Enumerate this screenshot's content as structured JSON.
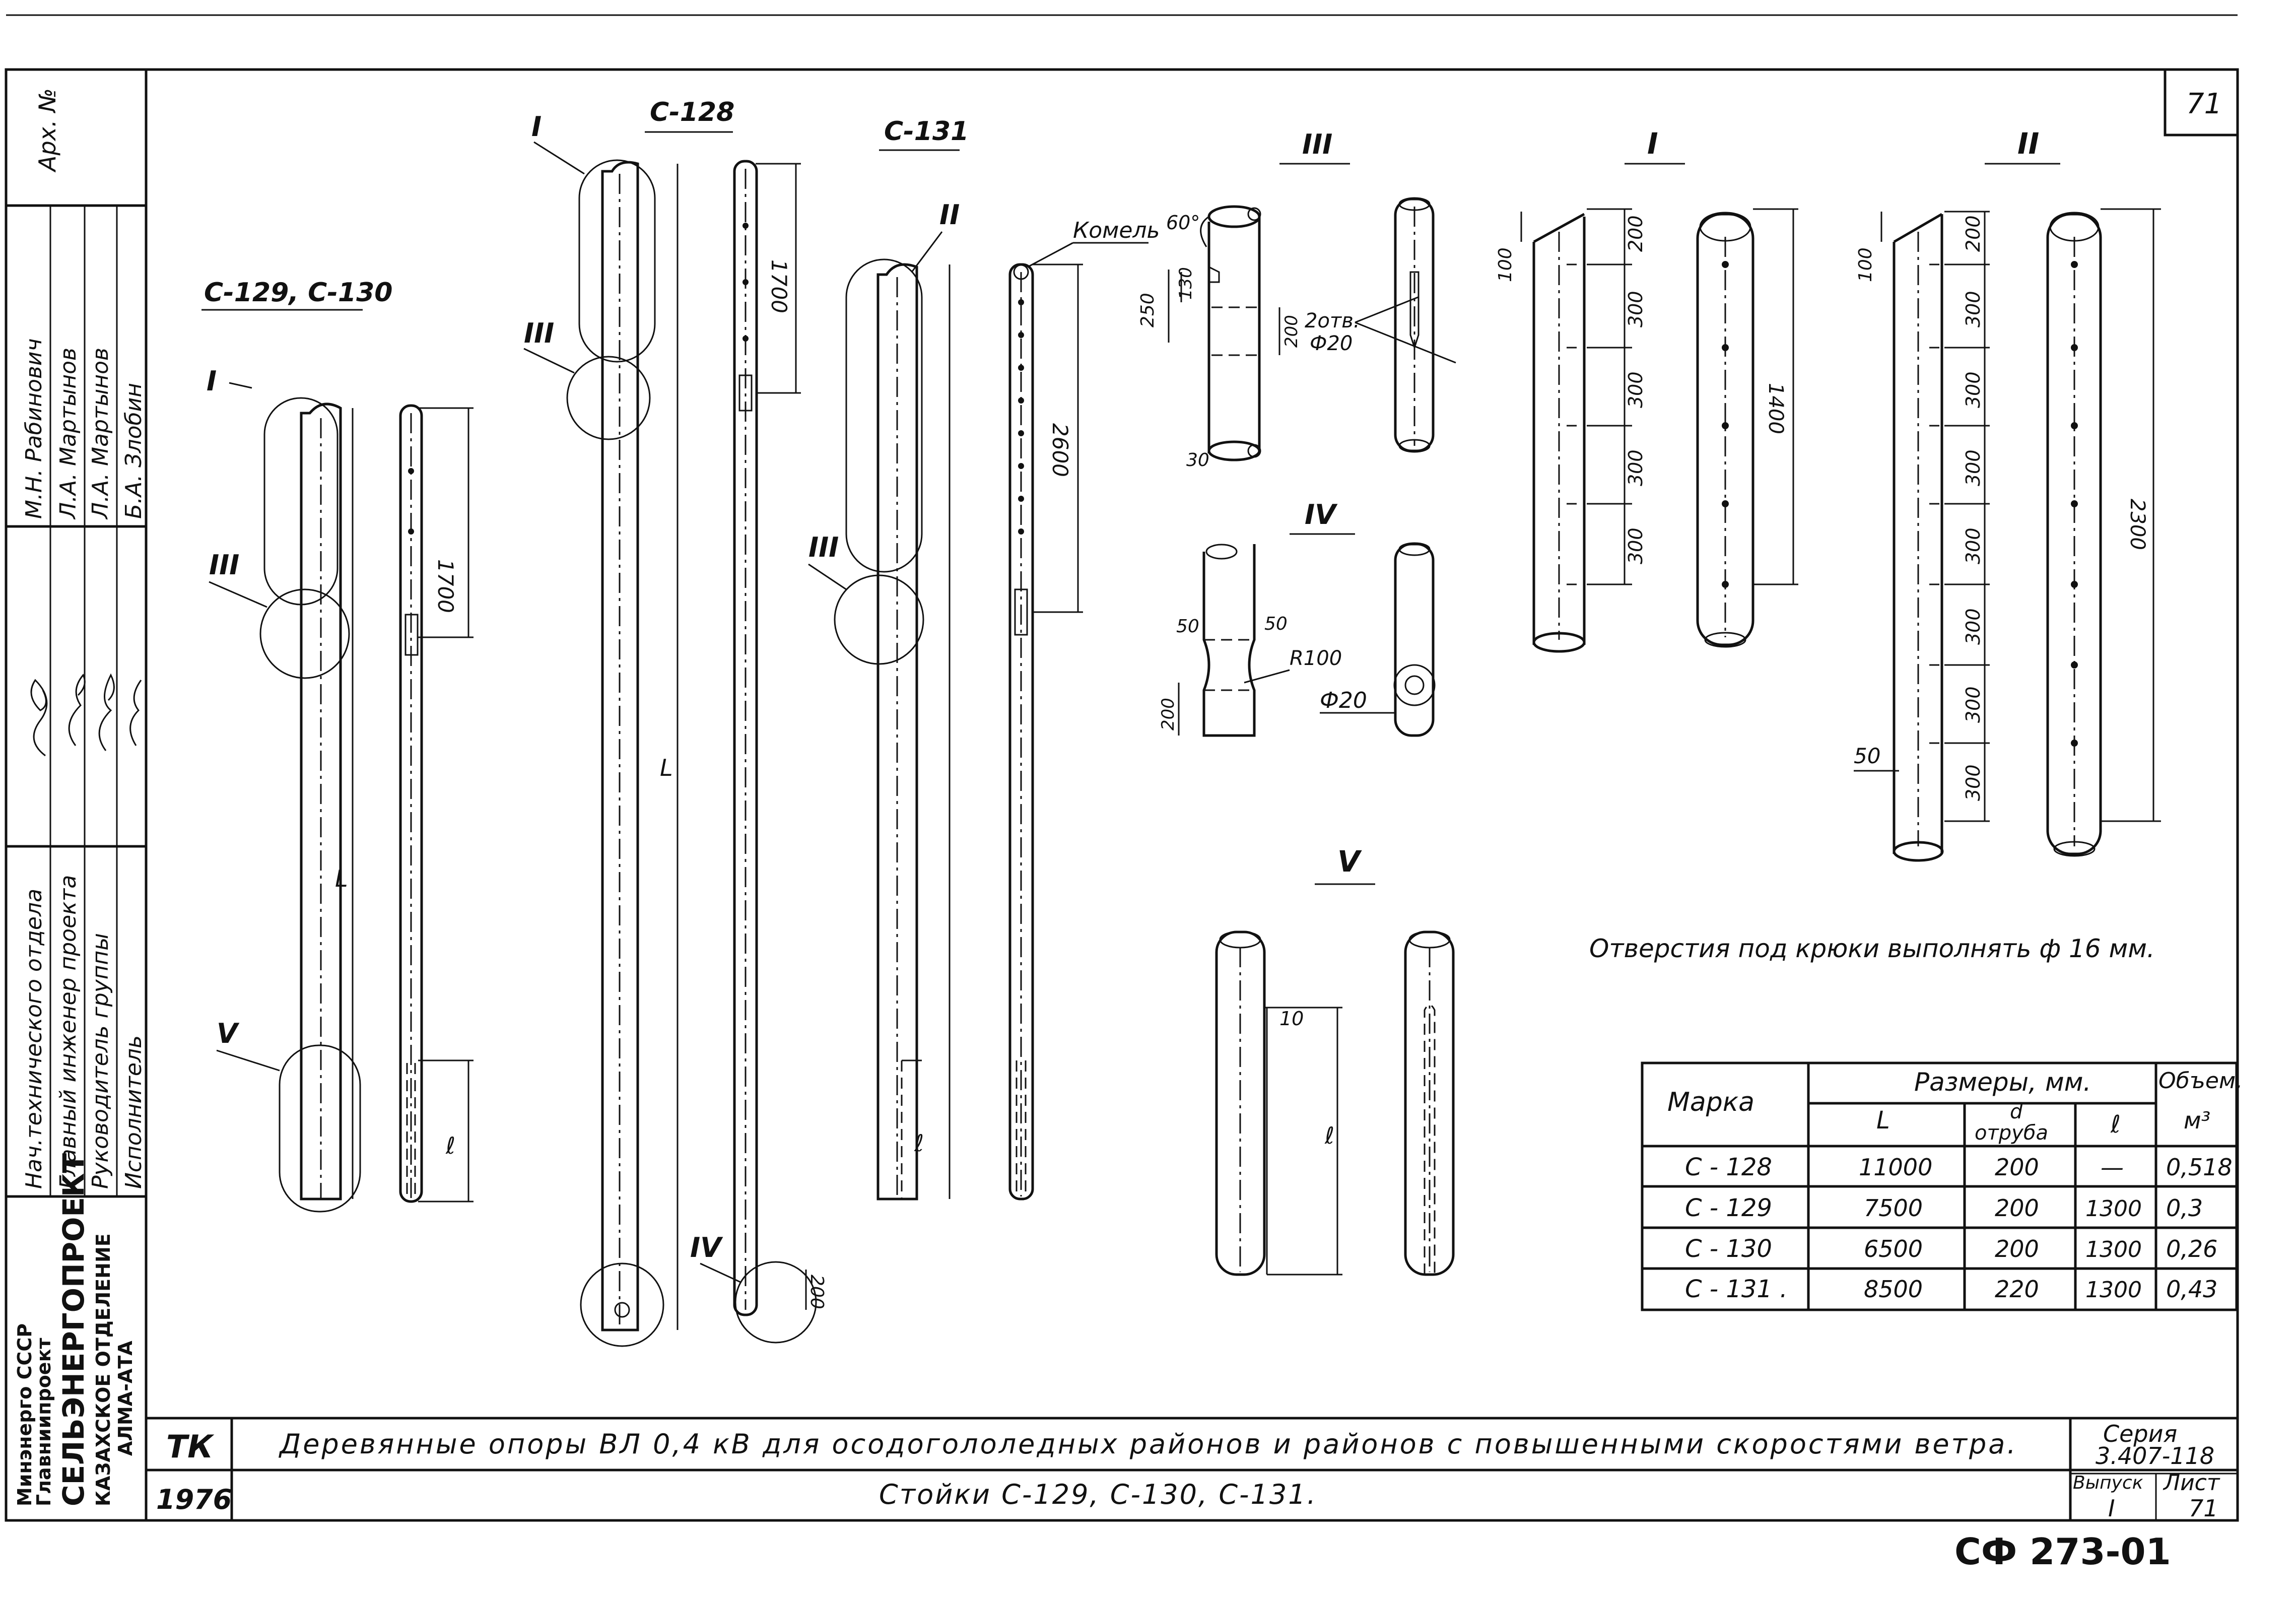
{
  "sheet_number": "71",
  "stamp_number": "СФ 273-01",
  "archive_label": "Арх. №",
  "side_block": {
    "org_line1": "Минэнерго СССР",
    "org_line2": "Главниипроект",
    "org_name": "СЕЛЬЭНЕРГОПРОЕКТ",
    "branch_line1": "КАЗАХСКОЕ ОТДЕЛЕНИЕ",
    "branch_line2": "АЛМА-АТА",
    "roles": [
      "Нач.технического отдела",
      "Главный инженер проекта",
      "Руководитель группы",
      "Исполнитель"
    ],
    "names": [
      "М.Н. Рабинович",
      "Л.А. Мартынов",
      "Л.А. Мартынов",
      "Б.А. Злобин"
    ]
  },
  "labels": {
    "group_129_130": "С-129, С-130",
    "c128": "С-128",
    "c131": "С-131",
    "komel": "Комель",
    "I": "I",
    "II": "II",
    "III": "III",
    "IV": "IV",
    "V": "V",
    "L": "L",
    "l": "ℓ"
  },
  "dims": {
    "d1700": "1700",
    "d2600": "2600",
    "d200": "200",
    "d250": "250",
    "d130": "130",
    "d30": "30",
    "d50": "50",
    "d100": "100",
    "d300": "300",
    "d1400": "1400",
    "d2300": "2300",
    "d10": "10",
    "a60": "60°",
    "r100": "R100",
    "phi20": "Ф20",
    "two_holes": "2отв."
  },
  "note": "Отверстия под крюки выполнять ф 16 мм.",
  "table": {
    "headers": {
      "mark": "Марка",
      "sizes": "Размеры,",
      "unit": "мм.",
      "volume": "Объем,",
      "volume_unit": "м³",
      "L": "L",
      "d_top": "d",
      "d_top2": "отруба",
      "l": "ℓ"
    },
    "rows": [
      {
        "mark": "С - 128",
        "L": "11000",
        "d": "200",
        "l": "—",
        "v": "0,518"
      },
      {
        "mark": "С - 129",
        "L": "7500",
        "d": "200",
        "l": "1300",
        "v": "0,3"
      },
      {
        "mark": "С - 130",
        "L": "6500",
        "d": "200",
        "l": "1300",
        "v": "0,26"
      },
      {
        "mark": "С - 131 .",
        "L": "8500",
        "d": "220",
        "l": "1300",
        "v": "0,43"
      }
    ]
  },
  "title_block": {
    "code": "ТК",
    "year": "1976",
    "title": "Деревянные опоры ВЛ 0,4 кВ для осодогололедных районов и районов с повышенными скоростями ветра.",
    "subtitle": "Стойки С-129, С-130, С-131.",
    "series_label": "Серия",
    "series": "3.407-118",
    "issue_label": "Выпуск",
    "issue": "I",
    "sheet_label": "Лист",
    "sheet": "71"
  }
}
